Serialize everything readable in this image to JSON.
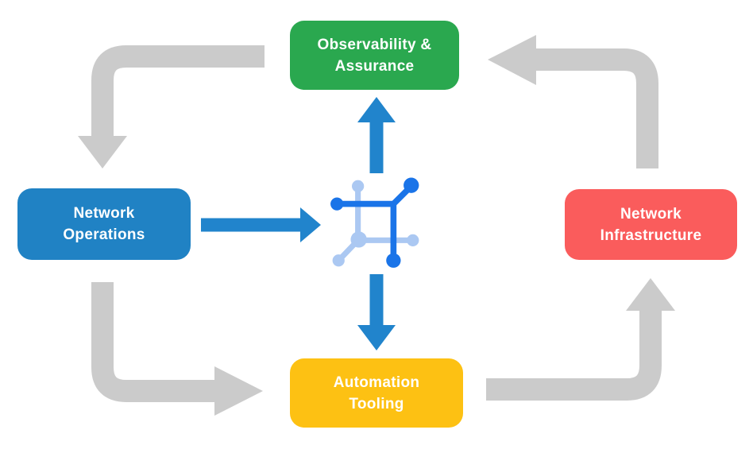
{
  "diagram": {
    "nodes": [
      {
        "id": "observability-assurance",
        "line1": "Observability &",
        "line2": "Assurance",
        "color": "#2aa84f"
      },
      {
        "id": "network-operations",
        "line1": "Network",
        "line2": "Operations",
        "color": "#2082c4"
      },
      {
        "id": "network-infrastructure",
        "line1": "Network",
        "line2": "Infrastructure",
        "color": "#fa5c5c"
      },
      {
        "id": "automation-tooling",
        "line1": "Automation",
        "line2": "Tooling",
        "color": "#fdc113"
      }
    ],
    "center_icon": {
      "name": "network-mesh-icon",
      "dark_blue": "#1a74e8",
      "light_blue": "#abc8f2"
    },
    "edges": [
      {
        "from": "observability-assurance",
        "to": "network-operations",
        "style": "cycle",
        "color": "#cbcbcb"
      },
      {
        "from": "network-operations",
        "to": "automation-tooling",
        "style": "cycle",
        "color": "#cbcbcb"
      },
      {
        "from": "automation-tooling",
        "to": "network-infrastructure",
        "style": "cycle",
        "color": "#cbcbcb"
      },
      {
        "from": "network-infrastructure",
        "to": "observability-assurance",
        "style": "cycle",
        "color": "#cbcbcb"
      },
      {
        "from": "network-operations",
        "to": "center-icon",
        "style": "flow",
        "color": "#2184cc"
      },
      {
        "from": "center-icon",
        "to": "observability-assurance",
        "style": "flow",
        "color": "#2184cc"
      },
      {
        "from": "center-icon",
        "to": "automation-tooling",
        "style": "flow",
        "color": "#2184cc"
      }
    ],
    "text_color": "#ffffff"
  }
}
